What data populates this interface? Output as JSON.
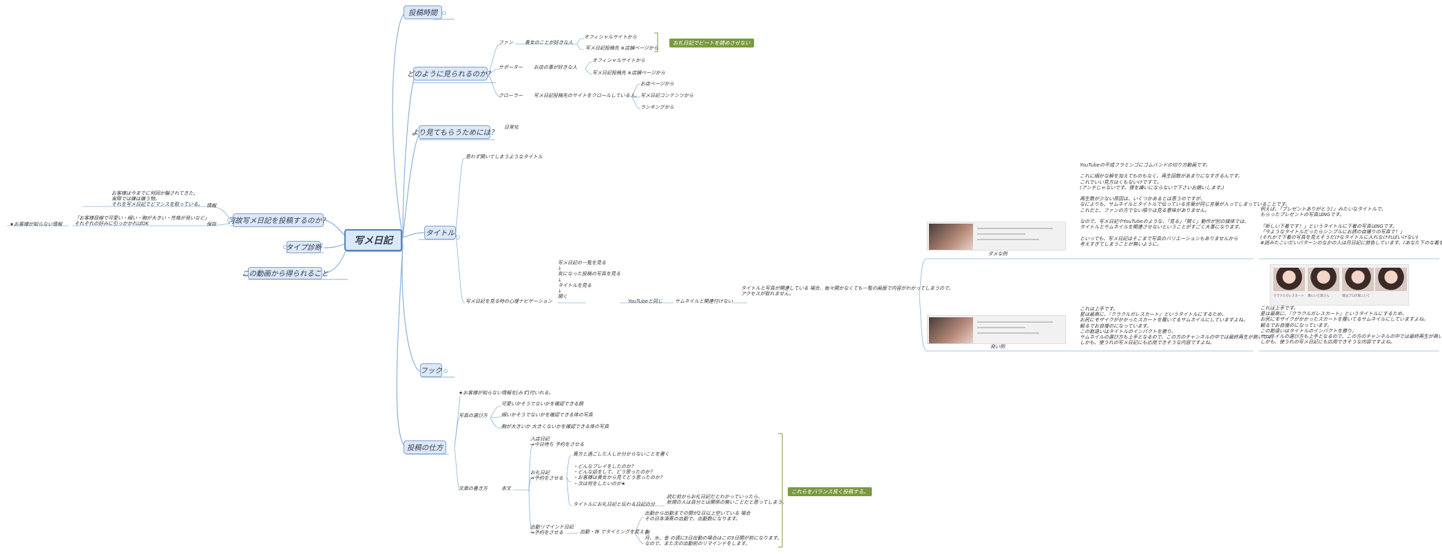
{
  "root": "写メ日記",
  "branches": {
    "posting_time": "投稿時間",
    "how_seen": "どのように見られるのか？",
    "more_views": "より見てもらうためには？",
    "title": "タイトル",
    "hook": "フック",
    "how_to_post": "投稿の仕方",
    "why_post": "何故写メ日記を投稿するのか？",
    "type_diagnosis": "タイプ診断",
    "video_gain": "この動画から得られること"
  },
  "how_seen": {
    "fan": "ファン",
    "fan_desc": "貴女のことが好きな人",
    "fan_src1": "オフィシャルサイトから",
    "fan_src2": "写メ日記投稿先 ※店舗ページから",
    "supporter": "サポーター",
    "supporter_desc": "お店の事が好きな人",
    "sup_src1": "オフィシャルサイトから",
    "sup_src2": "写メ日記投稿先 ※店舗ページから",
    "crawler": "クローラー",
    "crawler_desc": "写メ日記投稿先のサイトをクロールしている人。",
    "crawl_src1": "お店ページから",
    "crawl_src2": "写メ日記コンテンツから",
    "crawl_src3": "ランキングから",
    "visit_tag": "お礼日記でビートを鋳めさせない"
  },
  "more_views": {
    "daily": "日常化"
  },
  "title_branch": {
    "clickable": "思わず開いてしまうようなタイトル",
    "behavior_label": "写メ日記を見る時の心理ナビゲーション",
    "behavior_steps": "写メ日記の一覧を見る\n↓\n気になった投稿の写真を見る\n↓\nタイトルを見る\n↓\n開く",
    "youtube_same": "YouTubeと同じ",
    "thumb_title": "サムネイルと関連付けない",
    "thumb_title_desc": "タイトルと写真が関連している 場合、毎々開かなくても一覧の画面で内容がわかってしまうので、\nアクセスが取れません。",
    "bad_label": "ダメな例",
    "bad_desc": "YouTubeの平成フラミンゴにゴムバンドの切り方動画です。\n\nこれに細かな解を加えてものもなく、再生回数があまりになすぎるんです。\nこれでいい見方はくもないけですて。\n(アンチじゃないです。僕を嫌いにならないで下さいお願いします。)\n\n再生数が少ない原因は、いくつかあるとは思うのですが、\nなによりも、サムネイルとタイトルで伝っている言葉が同じ言葉が入ってしまっていることです。\nこれだと、ファンの方でない限りは見る意味がありません。\n\nなので、写メ日記やYouTubeのような、「見る」「開く」動作が別の媒体では、\nタイトルとサムネイルを関連させないということがすごく大事になります。\n\nといっても、写メ日記はそこまで写真のバリエーションもありませんから\n考えすぎてしまうことが無いように。",
    "bad_example": "例えば、「プレゼントありがとう♪」みたいなタイトルで、\nもらったプレゼントの写真はNGです。\n\n「新しい下着です！」というタイトルに下着の写真はNGです。\n「今ようなタイトルだったらシンプルにお誘の自撮りの写真で！」\n(それかで下着の写真を見えそうだけなタイトルに入れなければいけない)\n#説みたこいだいパターンのなかの人は月日記に旅告しています。(あなた下のな着をしているのか?)",
    "good_label": "良い例",
    "good_desc": "これは上手です。\n星は最高に、『クラクルガレスカート』というタイトルにするため、\nお尻にモザイクがかかったスカートを履いてるサムネイルにしていますよね。\n観るでお自慢のになっています。\nこの勘違いはタイトルのインパクトを勝り。\nサムネイルの選び方も上手となるので、この方のチャンネルの中では最終再生が高いです。\nしかも、使うれの写メ日記にも応用できそうな内容ですよね。",
    "good_example": "これは上手です。\n星は最高に、『クラクルガレスカート』というタイトルにするため、\nお尻にモザイクがかかったスカートを履いてるサムネイルにしていますよね。\n観るでお自慢のになっています。\nこの勘違いはタイトルのインパクトを勝り。\nサムネイルの選び方も上手となるので、この方のチャンネルの中では最終再生が高いです。\nしかも、使うれの写メ日記にも応用できそうな内容ですよね。",
    "thumb_cap1": "クラクルガレスカート",
    "thumb_cap2": "隣にいた家さん",
    "thumb_cap3": "僕はプロの家にいて"
  },
  "how_to_post": {
    "customer_info": "★お客様が知らない情報を[みず]付いれる。",
    "photo_choice": "写真の選び方",
    "photo1": "可愛いかそうでないかを確認できる顔",
    "photo2": "細いかそうでないかを確認できる体の写真",
    "photo3": "胸が大きいか 大きくないかを確認できる体の写真",
    "writing": "文章の書き方",
    "body": "本文",
    "join_diary": "入店日記\n⇒今日待ち 予約をさせる",
    "thanks_diary": "お礼日記\n⇒予約をさせる",
    "thanks1": "貴方と過ごした人しか分からないことを書く",
    "thanks2": "・どんなプレイをしたのか？\n・どんな話をして、どう思ったのか？\n・お客様は貴女から見てどう思ったのか？\n・次は何をしたいのか★",
    "thanks3": "タイトルにお礼日記と伝わる日記の分",
    "thanks3_desc": "読む前からお礼日記だとわかっていったら、\n新規の人は自分とは関係の無いことだと思ってしまう。",
    "remind_diary": "出勤リマインド日記\n⇒予約をさせる",
    "remind": "出勤・休 でタイミングを変える",
    "remind1": "出勤から出勤までの間が2日以上空いている 場合\nその日本演奏の出勤で、出勤数になります。",
    "remind2": "例\n月、水、金 の週に3日出勤の場合はこの3日間が前になります。\nなので、また次の出勤前のリマインドをします。",
    "balance_tag": "これらをバランス良く投稿する。"
  },
  "why_post": {
    "info": "情報",
    "info_text": "お客様は今までに何回か騙されてきた。\n実際では嫌は嫌う物。\nそれを写メ日記でどマンスを取っている。",
    "save": "保存",
    "save_text": "「お客様目線で可愛い・細い・胸が大きい・性格が良いなど」\nそれぞれの好みに引っかかればOK",
    "star_info": "★お客様が知らない情報"
  }
}
